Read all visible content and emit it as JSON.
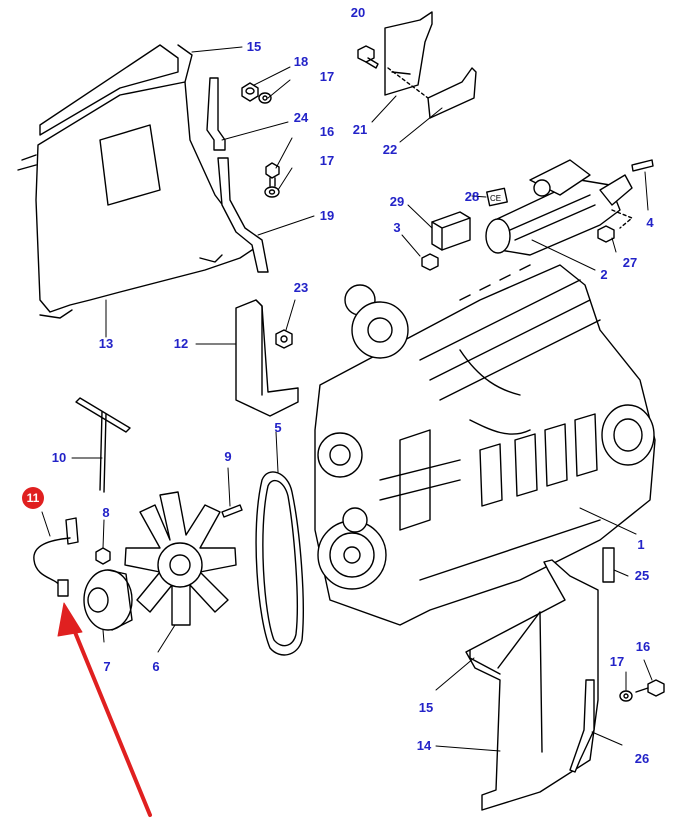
{
  "diagram": {
    "highlight_color": "#e02020",
    "label_color": "#2323c8",
    "highlighted_part": "11",
    "callouts": [
      "20",
      "15",
      "18",
      "17",
      "24",
      "16",
      "17",
      "19",
      "13",
      "21",
      "22",
      "28",
      "29",
      "3",
      "4",
      "27",
      "2",
      "23",
      "12",
      "10",
      "9",
      "8",
      "5",
      "7",
      "6",
      "1",
      "25",
      "15",
      "14",
      "16",
      "17",
      "26"
    ]
  }
}
